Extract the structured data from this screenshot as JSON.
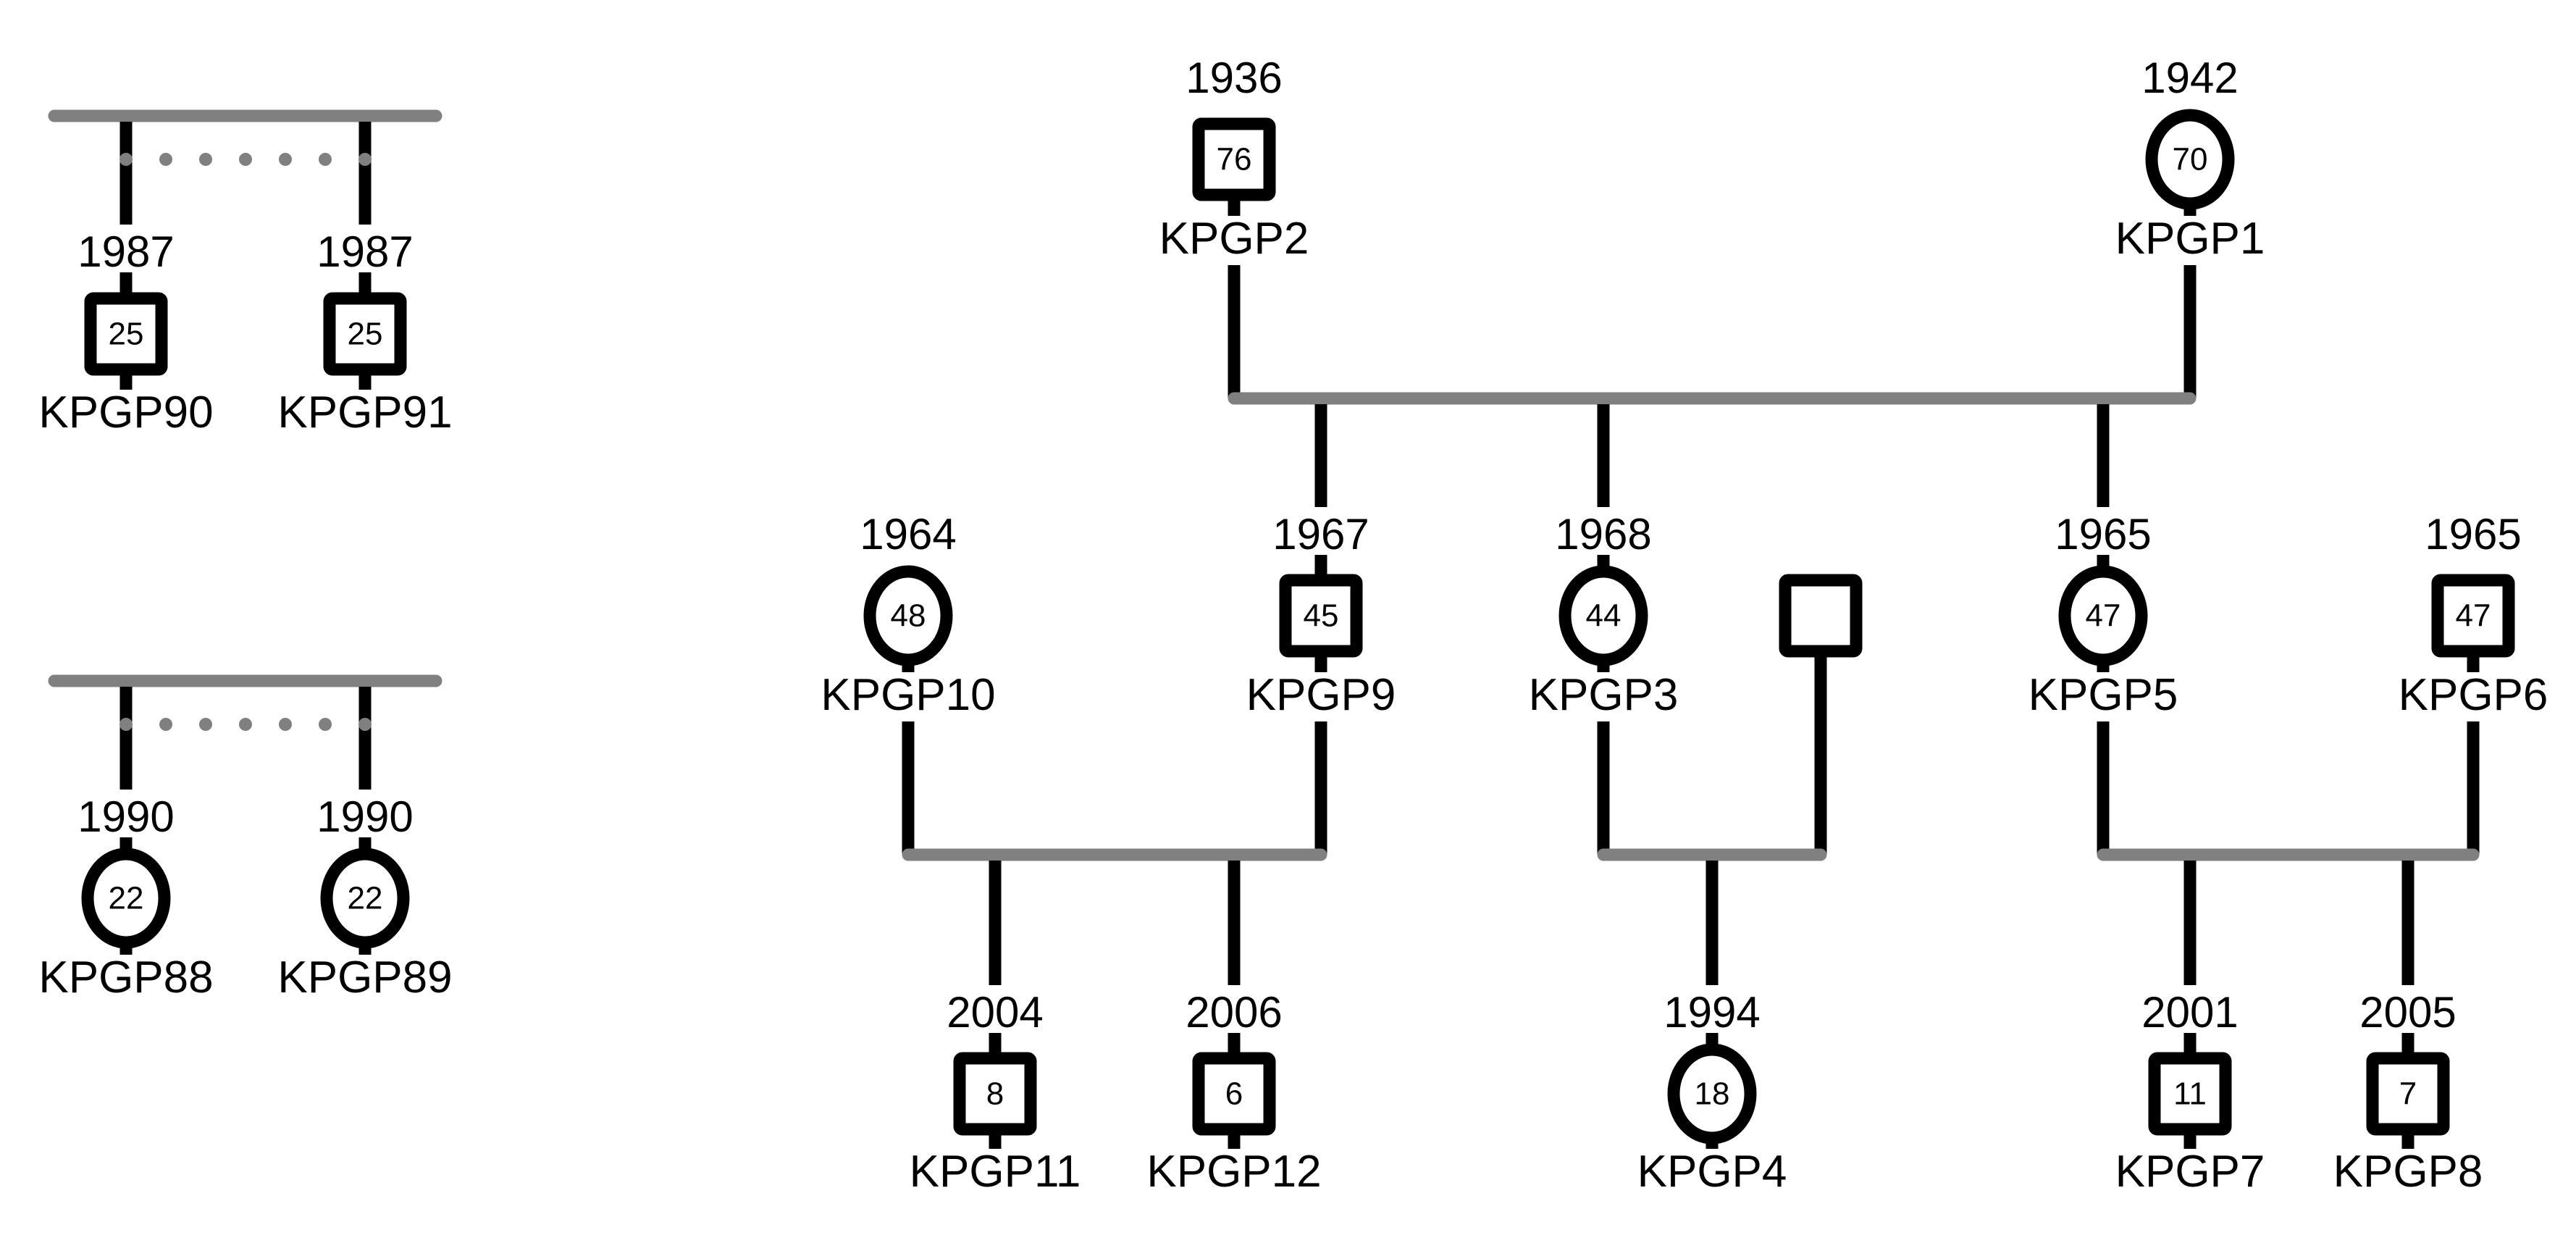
{
  "diagram": {
    "type": "pedigree",
    "colors": {
      "line": "#000000",
      "union_bar": "#808080",
      "symbol_fill": "#ffffff",
      "twin_dots": "#808080"
    },
    "individuals": [
      {
        "id": "KPGP2",
        "label": "KPGP2",
        "sex": "male",
        "birth_year": "1936",
        "age": "76",
        "generation": 1
      },
      {
        "id": "KPGP1",
        "label": "KPGP1",
        "sex": "female",
        "birth_year": "1942",
        "age": "70",
        "generation": 1
      },
      {
        "id": "KPGP10",
        "label": "KPGP10",
        "sex": "female",
        "birth_year": "1964",
        "age": "48",
        "generation": 2
      },
      {
        "id": "KPGP9",
        "label": "KPGP9",
        "sex": "male",
        "birth_year": "1967",
        "age": "45",
        "generation": 2
      },
      {
        "id": "KPGP3",
        "label": "KPGP3",
        "sex": "female",
        "birth_year": "1968",
        "age": "44",
        "generation": 2
      },
      {
        "id": "SPOUSE3",
        "label": "",
        "sex": "male",
        "birth_year": "",
        "age": "",
        "generation": 2
      },
      {
        "id": "KPGP5",
        "label": "KPGP5",
        "sex": "female",
        "birth_year": "1965",
        "age": "47",
        "generation": 2
      },
      {
        "id": "KPGP6",
        "label": "KPGP6",
        "sex": "male",
        "birth_year": "1965",
        "age": "47",
        "generation": 2
      },
      {
        "id": "KPGP11",
        "label": "KPGP11",
        "sex": "male",
        "birth_year": "2004",
        "age": "8",
        "generation": 3
      },
      {
        "id": "KPGP12",
        "label": "KPGP12",
        "sex": "male",
        "birth_year": "2006",
        "age": "6",
        "generation": 3
      },
      {
        "id": "KPGP4",
        "label": "KPGP4",
        "sex": "female",
        "birth_year": "1994",
        "age": "18",
        "generation": 3
      },
      {
        "id": "KPGP7",
        "label": "KPGP7",
        "sex": "male",
        "birth_year": "2001",
        "age": "11",
        "generation": 3
      },
      {
        "id": "KPGP8",
        "label": "KPGP8",
        "sex": "male",
        "birth_year": "2005",
        "age": "7",
        "generation": 3
      },
      {
        "id": "KPGP90",
        "label": "KPGP90",
        "sex": "male",
        "birth_year": "1987",
        "age": "25",
        "generation": 0
      },
      {
        "id": "KPGP91",
        "label": "KPGP91",
        "sex": "male",
        "birth_year": "1987",
        "age": "25",
        "generation": 0
      },
      {
        "id": "KPGP88",
        "label": "KPGP88",
        "sex": "female",
        "birth_year": "1990",
        "age": "22",
        "generation": 0
      },
      {
        "id": "KPGP89",
        "label": "KPGP89",
        "sex": "female",
        "birth_year": "1990",
        "age": "22",
        "generation": 0
      }
    ],
    "unions": [
      {
        "partners": [
          "KPGP2",
          "KPGP1"
        ],
        "children": [
          "KPGP9",
          "KPGP3",
          "KPGP5"
        ]
      },
      {
        "partners": [
          "KPGP10",
          "KPGP9"
        ],
        "children": [
          "KPGP11",
          "KPGP12"
        ]
      },
      {
        "partners": [
          "KPGP3",
          "SPOUSE3"
        ],
        "children": [
          "KPGP4"
        ]
      },
      {
        "partners": [
          "KPGP5",
          "KPGP6"
        ],
        "children": [
          "KPGP7",
          "KPGP8"
        ]
      }
    ],
    "twin_groups": [
      {
        "members": [
          "KPGP90",
          "KPGP91"
        ],
        "type": "monozygotic"
      },
      {
        "members": [
          "KPGP88",
          "KPGP89"
        ],
        "type": "monozygotic"
      }
    ]
  }
}
